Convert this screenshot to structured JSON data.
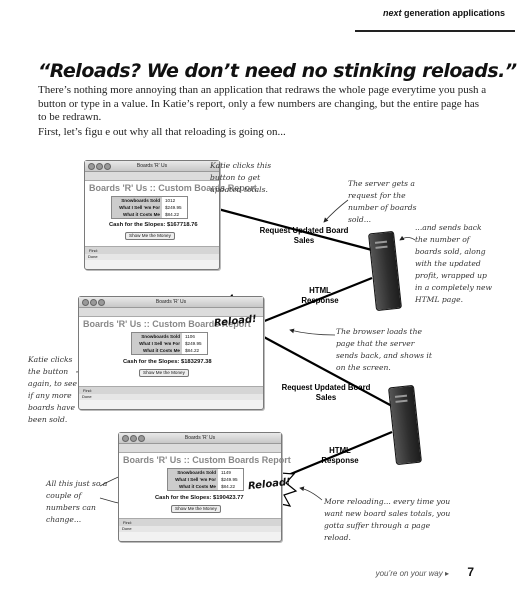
{
  "running_head": {
    "prefix": "next",
    "rest": " generation applications"
  },
  "headline": "“Reloads? We don’t need no stinking reloads.”",
  "paragraphs": [
    "There’s nothing more annoying than an application that redraws the whole page everytime you push a button or type in a value. In Katie’s report, only a few numbers are changing, but the entire page has to be redrawn.",
    "First, let’s figu e out why all that reloading is going on..."
  ],
  "browser": {
    "window_title": "Boards 'R' Us",
    "page_title": "Boards 'R' Us :: Custom Boards Report",
    "rows": [
      {
        "key": "Snowboards Sold",
        "value": "1012"
      },
      {
        "key": "What I Sell 'em For",
        "value": "$249.95"
      },
      {
        "key": "What it Costs Me",
        "value": "$84.22"
      }
    ],
    "button": "Show Me the Money",
    "find_label": "Find:",
    "status": "Done"
  },
  "windows": [
    {
      "cash": "Cash for the Slopes: $167718.76",
      "sold": "1012"
    },
    {
      "cash": "Cash for the Slopes: $183297.38",
      "sold": "1106"
    },
    {
      "cash": "Cash for the Slopes: $190423.77",
      "sold": "1149"
    }
  ],
  "labels": {
    "request1": "Request Updated Board Sales",
    "response1": "HTML Response",
    "request2": "Request Updated Board Sales",
    "response2": "HTML Response",
    "reload1": "Reload!",
    "reload2": "Reload!"
  },
  "notes": {
    "katie_clicks": "Katie clicks this button to get updated totals.",
    "server_gets": "The server gets a request for the number of boards sold...",
    "sends_back": "...and sends back the number of boards sold, along with the updated profit, wrapped up in a completely new HTML page.",
    "browser_loads": "The browser loads the page that the server sends back, and shows it on the screen.",
    "katie_again": "Katie clicks the button again, to see if any more boards have been sold.",
    "all_this": "All this just so a couple of numbers can change...",
    "more_reloading": "More reloading... every time you want new board sales totals, you gotta suffer through a page reload."
  },
  "footer": {
    "text": "you’re on your way",
    "page_number": "7"
  }
}
